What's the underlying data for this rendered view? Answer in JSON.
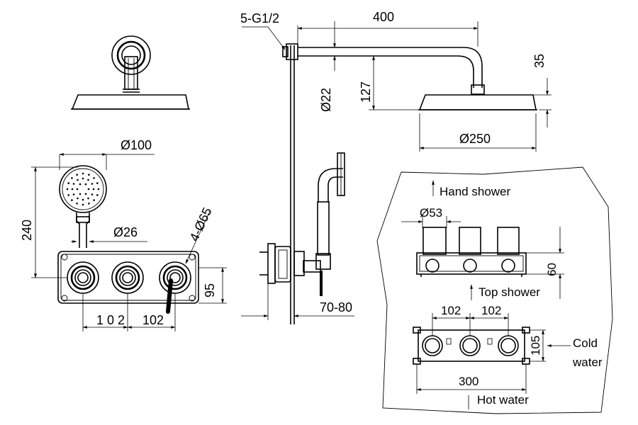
{
  "labels": {
    "thread": "5-G1/2",
    "arm_length": "400",
    "arm_drop": "35",
    "arm_diameter": "Ø22",
    "arm_height": "127",
    "head_diameter": "Ø250",
    "hand_diameter": "Ø100",
    "hand_length": "240",
    "handle_diameter": "Ø26",
    "hole_diameter": "4-Ø65",
    "plate_height": "95",
    "spacing_left": "1 0 2",
    "spacing_right": "102",
    "depth": "70-80",
    "hand_shower": "Hand shower",
    "knob_diameter": "Ø53",
    "body_height": "60",
    "top_shower": "Top shower",
    "valve_spacing_1": "102",
    "valve_spacing_2": "102",
    "valve_height": "105",
    "cold_water_1": "Cold",
    "cold_water_2": "water",
    "valve_width": "300",
    "hot_water": "Hot water"
  }
}
